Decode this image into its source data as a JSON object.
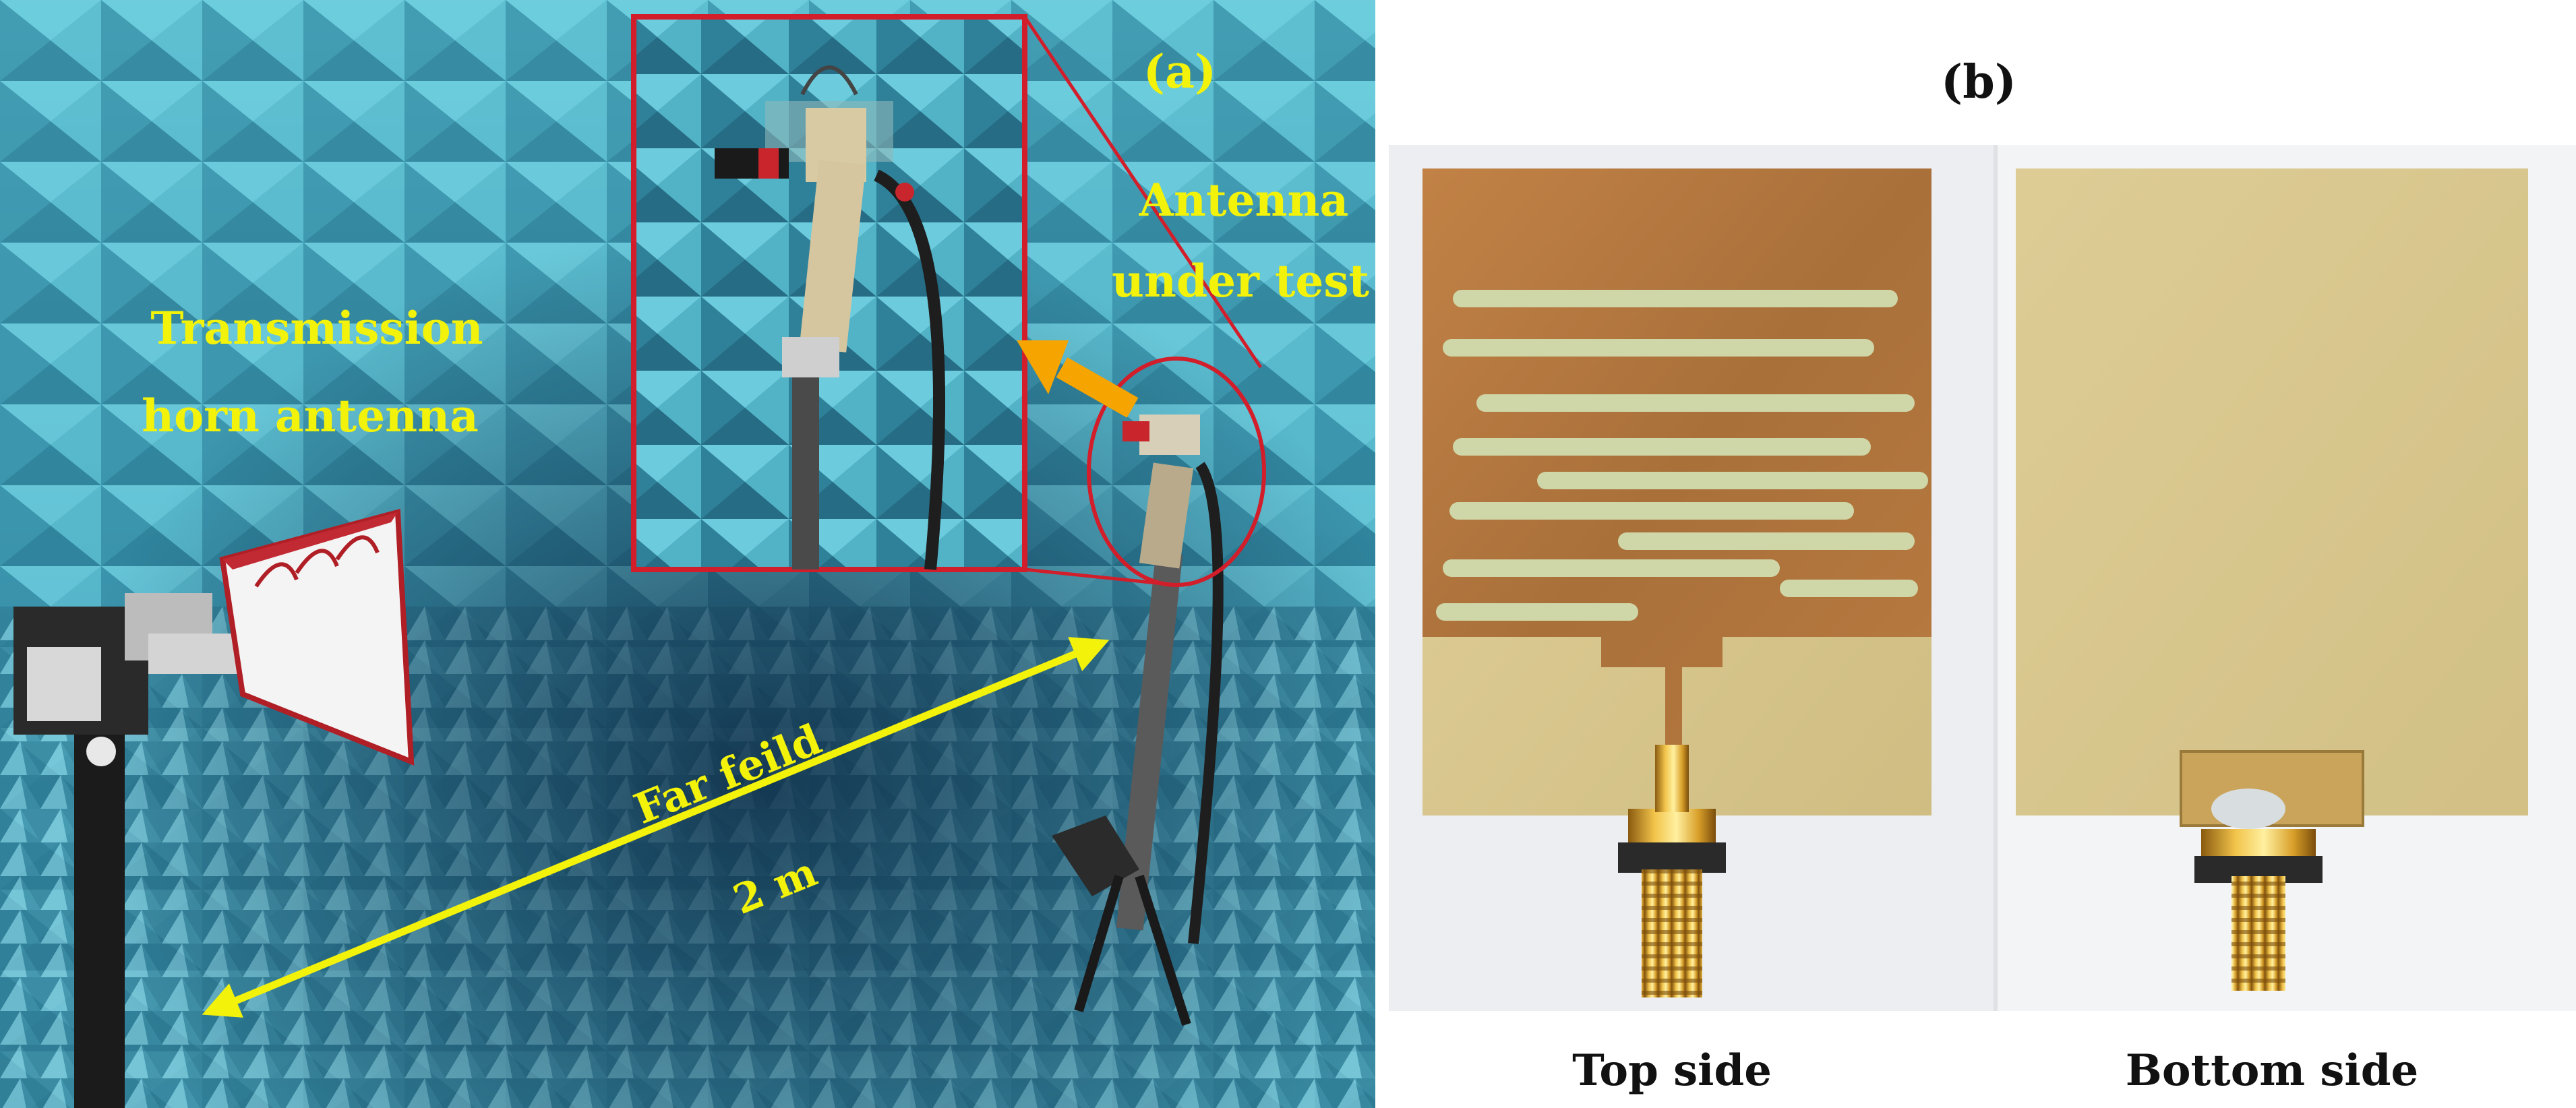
{
  "panel_a": {
    "label": "(a)",
    "transmission_line1": "Transmission",
    "transmission_line2": "horn antenna",
    "aut_line1": "Antenna",
    "aut_line2": "under test",
    "far_field": "Far feild",
    "distance": "2 m"
  },
  "panel_b": {
    "label": "(b)",
    "top_caption": "Top side",
    "bottom_caption": "Bottom side"
  },
  "colors": {
    "annotation_yellow": "#f2f20a",
    "inset_red": "#d21e2a",
    "arrow_orange": "#f5a400",
    "chamber_cyan": "#4fb3c4",
    "copper": "#b5783c",
    "substrate": "#d9c88e"
  }
}
